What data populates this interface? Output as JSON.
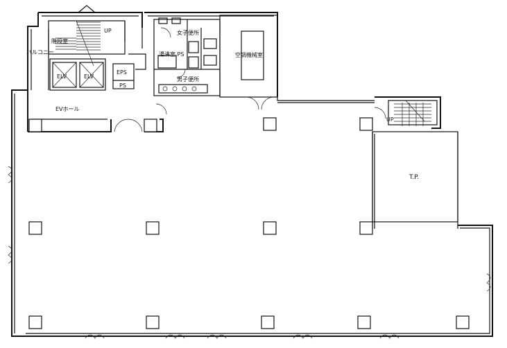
{
  "labels": {
    "stair_north": "階段室",
    "up_north": "UP",
    "balcony": "バルコニー",
    "elevator_1": "ELV",
    "elevator_2": "ELV",
    "eps": "EPS",
    "ps_small": "PS",
    "ev_hall": "EVホール",
    "womens_restroom": "女子便所",
    "hot_water_ps": "湯沸室 PS",
    "mens_restroom": "男子便所",
    "ac_machine_room": "空調機械室",
    "up_east": "UP",
    "tp": "T.P."
  }
}
